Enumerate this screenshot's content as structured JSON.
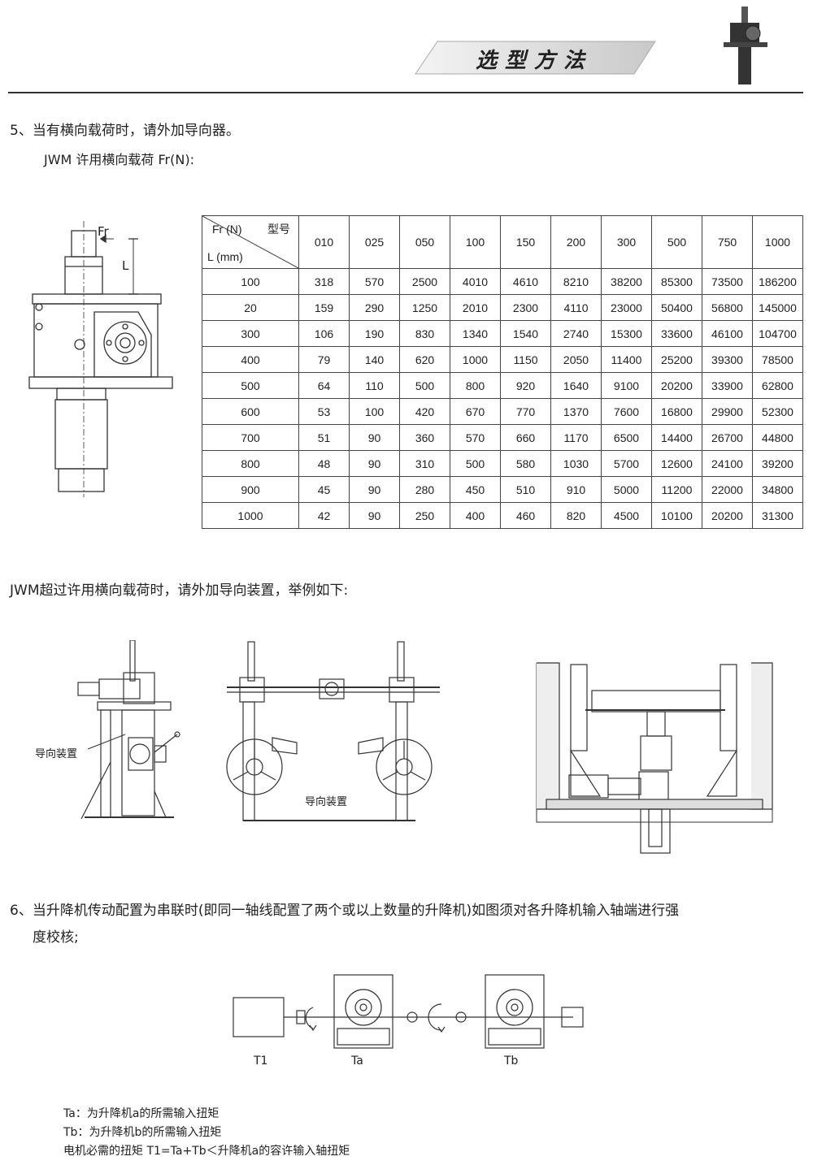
{
  "header": {
    "title": "选型方法"
  },
  "section5": {
    "heading": "5、当有横向载荷时，请外加导向器。",
    "subheading": "JWM  许用横向载荷 Fr(N):"
  },
  "fig_labels": {
    "fr": "Fr",
    "l": "L",
    "guide1": "导向装置",
    "guide2": "导向装置"
  },
  "table": {
    "corner_fr": "Fr (N)",
    "corner_model": "型号",
    "corner_l": "L (mm)",
    "models": [
      "010",
      "025",
      "050",
      "100",
      "150",
      "200",
      "300",
      "500",
      "750",
      "1000"
    ],
    "rows": [
      {
        "l": "100",
        "v": [
          "318",
          "570",
          "2500",
          "4010",
          "4610",
          "8210",
          "38200",
          "85300",
          "73500",
          "186200"
        ]
      },
      {
        "l": "20",
        "v": [
          "159",
          "290",
          "1250",
          "2010",
          "2300",
          "4110",
          "23000",
          "50400",
          "56800",
          "145000"
        ]
      },
      {
        "l": "300",
        "v": [
          "106",
          "190",
          "830",
          "1340",
          "1540",
          "2740",
          "15300",
          "33600",
          "46100",
          "104700"
        ]
      },
      {
        "l": "400",
        "v": [
          "79",
          "140",
          "620",
          "1000",
          "1150",
          "2050",
          "11400",
          "25200",
          "39300",
          "78500"
        ]
      },
      {
        "l": "500",
        "v": [
          "64",
          "110",
          "500",
          "800",
          "920",
          "1640",
          "9100",
          "20200",
          "33900",
          "62800"
        ]
      },
      {
        "l": "600",
        "v": [
          "53",
          "100",
          "420",
          "670",
          "770",
          "1370",
          "7600",
          "16800",
          "29900",
          "52300"
        ]
      },
      {
        "l": "700",
        "v": [
          "51",
          "90",
          "360",
          "570",
          "660",
          "1170",
          "6500",
          "14400",
          "26700",
          "44800"
        ]
      },
      {
        "l": "800",
        "v": [
          "48",
          "90",
          "310",
          "500",
          "580",
          "1030",
          "5700",
          "12600",
          "24100",
          "39200"
        ]
      },
      {
        "l": "900",
        "v": [
          "45",
          "90",
          "280",
          "450",
          "510",
          "910",
          "5000",
          "11200",
          "22000",
          "34800"
        ]
      },
      {
        "l": "1000",
        "v": [
          "42",
          "90",
          "250",
          "400",
          "460",
          "820",
          "4500",
          "10100",
          "20200",
          "31300"
        ]
      }
    ]
  },
  "guide_text": "JWM超过许用横向载荷时，请外加导向装置，举例如下:",
  "section6": {
    "line1": "6、当升降机传动配置为串联时(即同一轴线配置了两个或以上数量的升降机)如图须对各升降机输入轴端进行强",
    "line2": "度校核;"
  },
  "serial_labels": {
    "t1": "T1",
    "ta": "Ta",
    "tb": "Tb"
  },
  "notes": {
    "ta": "Ta：为升降机a的所需输入扭矩",
    "tb": "Tb：为升降机b的所需输入扭矩",
    "motor": "电机必需的扭矩 T1=Ta+Tb＜升降机a的容许输入轴扭矩"
  }
}
